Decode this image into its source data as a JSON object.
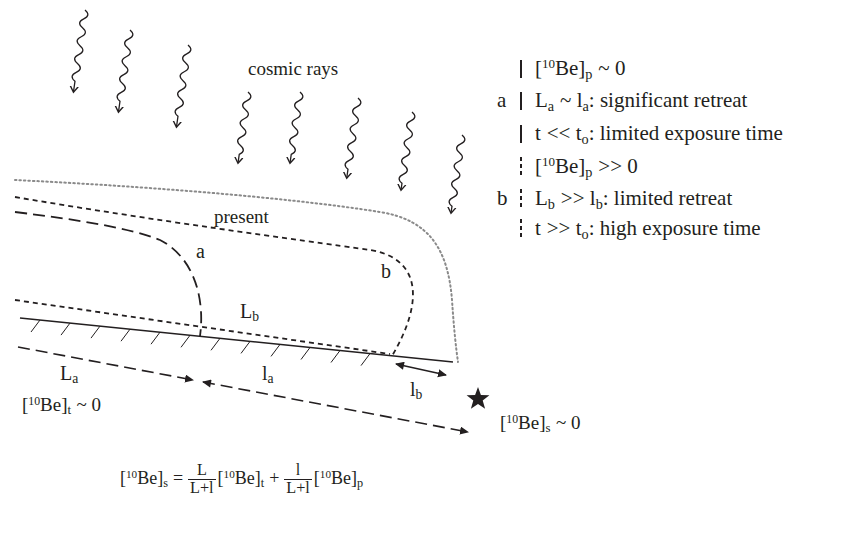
{
  "diagram": {
    "labels": [
      "cosmic rays",
      "present",
      "a",
      "b",
      "L",
      "a",
      "L",
      "b",
      "l",
      "b",
      "l",
      "a",
      "[",
      "10",
      "Be]",
      "t",
      "~ 0",
      "[",
      "10",
      "Be]",
      "s",
      "~ 0",
      "[",
      "10",
      "Be]",
      "s",
      "=",
      "L",
      "L+l",
      "[",
      "10",
      "Be]",
      "t",
      "+",
      "l",
      "L+l",
      "[",
      "10",
      "Be]",
      "p",
      "[",
      "10",
      "Be]",
      "p",
      "~ 0",
      "a",
      "L",
      "a",
      "~ l",
      "a",
      ": significant retreat",
      "t",
      "<< t",
      "o",
      ": limited exposure time",
      "[",
      "10",
      "Be]",
      "p",
      ">> 0",
      "b",
      "L",
      "b",
      ">> l",
      "b",
      ": limited retreat",
      "t",
      ">> t",
      "o",
      ": high exposure time"
    ]
  }
}
